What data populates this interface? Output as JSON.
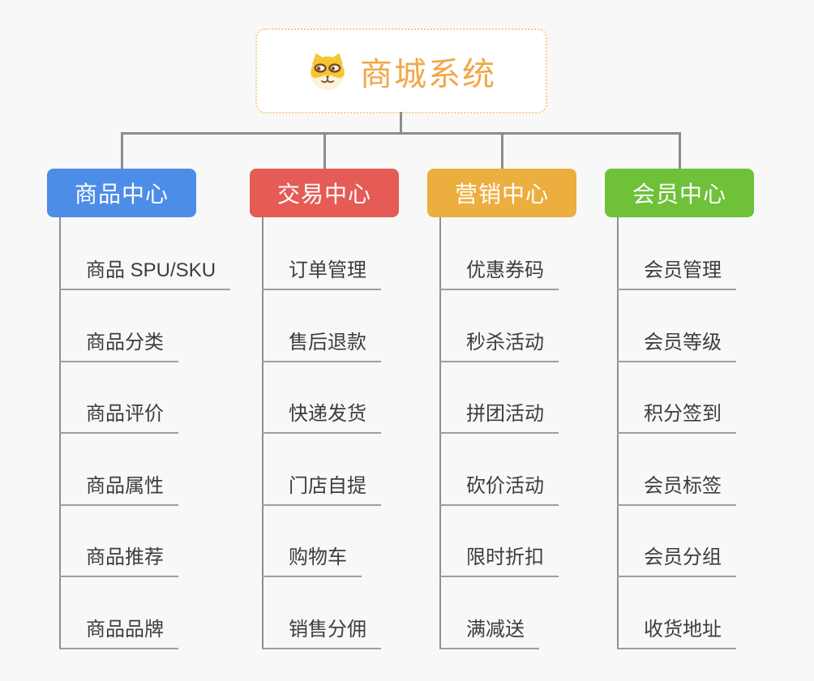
{
  "root": {
    "title": "商城系统",
    "icon": "shiba-dog-icon"
  },
  "branches": [
    {
      "label": "商品中心",
      "color": "#4c8de8",
      "items": [
        "商品 SPU/SKU",
        "商品分类",
        "商品评价",
        "商品属性",
        "商品推荐",
        "商品品牌"
      ]
    },
    {
      "label": "交易中心",
      "color": "#e55c57",
      "items": [
        "订单管理",
        "售后退款",
        "快递发货",
        "门店自提",
        "购物车",
        "销售分佣"
      ]
    },
    {
      "label": "营销中心",
      "color": "#ecae3f",
      "items": [
        "优惠券码",
        "秒杀活动",
        "拼团活动",
        "砍价活动",
        "限时折扣",
        "满减送"
      ]
    },
    {
      "label": "会员中心",
      "color": "#6fc13a",
      "items": [
        "会员管理",
        "会员等级",
        "积分签到",
        "会员标签",
        "会员分组",
        "收货地址"
      ]
    }
  ],
  "colors": {
    "background": "#f8f8f8",
    "connector": "#8c8c8c",
    "leaf_underline": "#9e9e9e",
    "leaf_text": "#3d3d3d",
    "root_border": "#f3cd8a",
    "root_title": "#f0a845"
  }
}
